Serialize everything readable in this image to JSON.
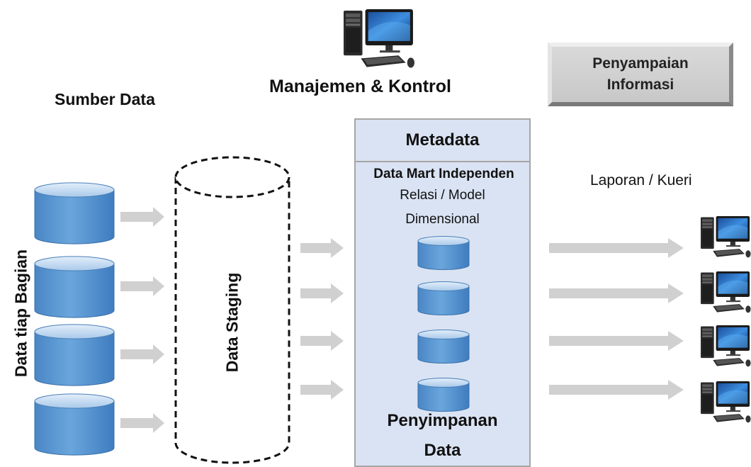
{
  "management": {
    "label": "Manajemen & Kontrol"
  },
  "sources": {
    "title": "Sumber Data",
    "side_label": "Data tiap Bagian",
    "database_count": 4
  },
  "staging": {
    "label": "Data Staging"
  },
  "delivery": {
    "line1": "Penyampaian",
    "line2": "Informasi"
  },
  "metadata": {
    "header": "Metadata",
    "mart_title": "Data Mart Independen",
    "model_line1": "Relasi / Model",
    "model_line2": "Dimensional",
    "storage_line1": "Penyimpanan",
    "storage_line2": "Data",
    "mart_count": 4
  },
  "reports": {
    "label": "Laporan / Kueri",
    "client_count": 4
  },
  "colors": {
    "cylinder_blue": "#5b9bd5",
    "cylinder_light": "#bdd7ee",
    "panel_fill": "#dae3f3",
    "arrow_gray": "#d0d0d0"
  },
  "icons": [
    "desktop-computer-icon",
    "database-icon",
    "arrow-right-icon"
  ]
}
